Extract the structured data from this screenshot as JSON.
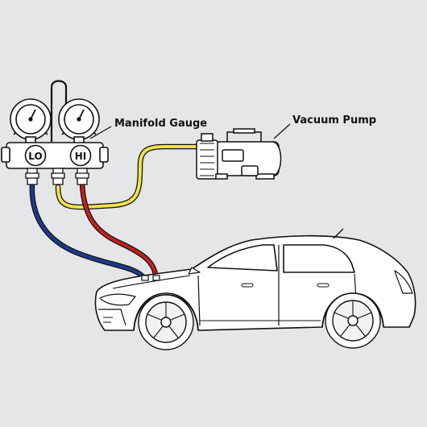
{
  "labels": {
    "manifold_gauge": "Manifold Gauge",
    "vacuum_pump": "Vacuum Pump",
    "lo": "LO",
    "hi": "HI"
  },
  "colors": {
    "background": "#e5e6e8",
    "outline": "#111111",
    "hose_blue": "#1e3a8a",
    "hose_red": "#c81e1e",
    "hose_yellow": "#f4e04d",
    "fill": "#ffffff"
  }
}
